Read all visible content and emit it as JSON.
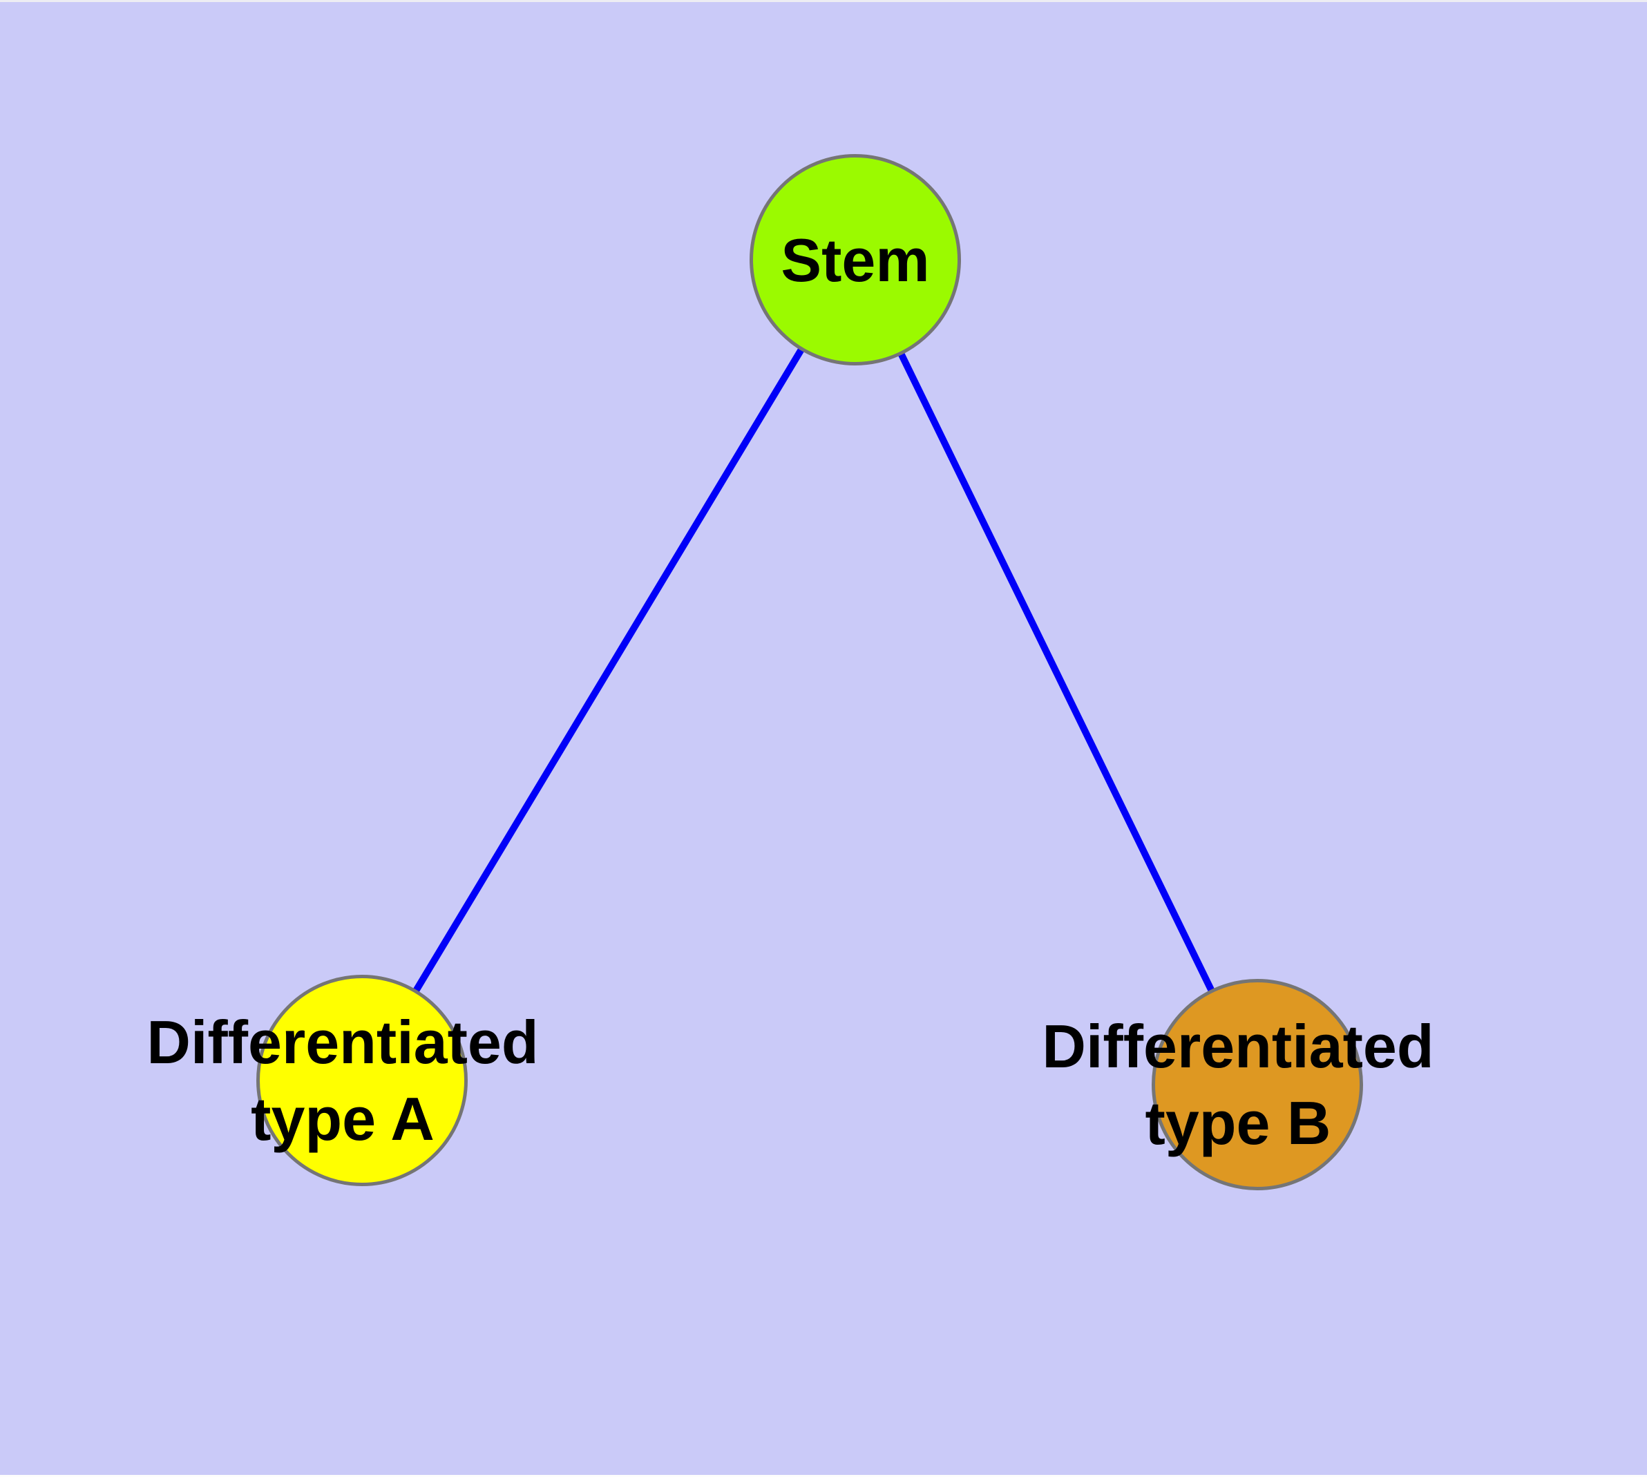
{
  "diagram": {
    "type": "node-link-graph",
    "background_color": "#cacaf8",
    "edge_color": "#0000f8",
    "node_border_color": "#757575",
    "text_color": "#000000",
    "nodes": [
      {
        "id": "stem",
        "label_lines": [
          "Stem"
        ],
        "color": "#9bfa00"
      },
      {
        "id": "diff-a",
        "label_lines": [
          "Differentiated",
          "type A"
        ],
        "color": "#ffff00"
      },
      {
        "id": "diff-b",
        "label_lines": [
          "Differentiated",
          "type B"
        ],
        "color": "#de9822"
      }
    ],
    "edges": [
      {
        "from": "stem",
        "to": "diff-a"
      },
      {
        "from": "stem",
        "to": "diff-b"
      }
    ]
  }
}
